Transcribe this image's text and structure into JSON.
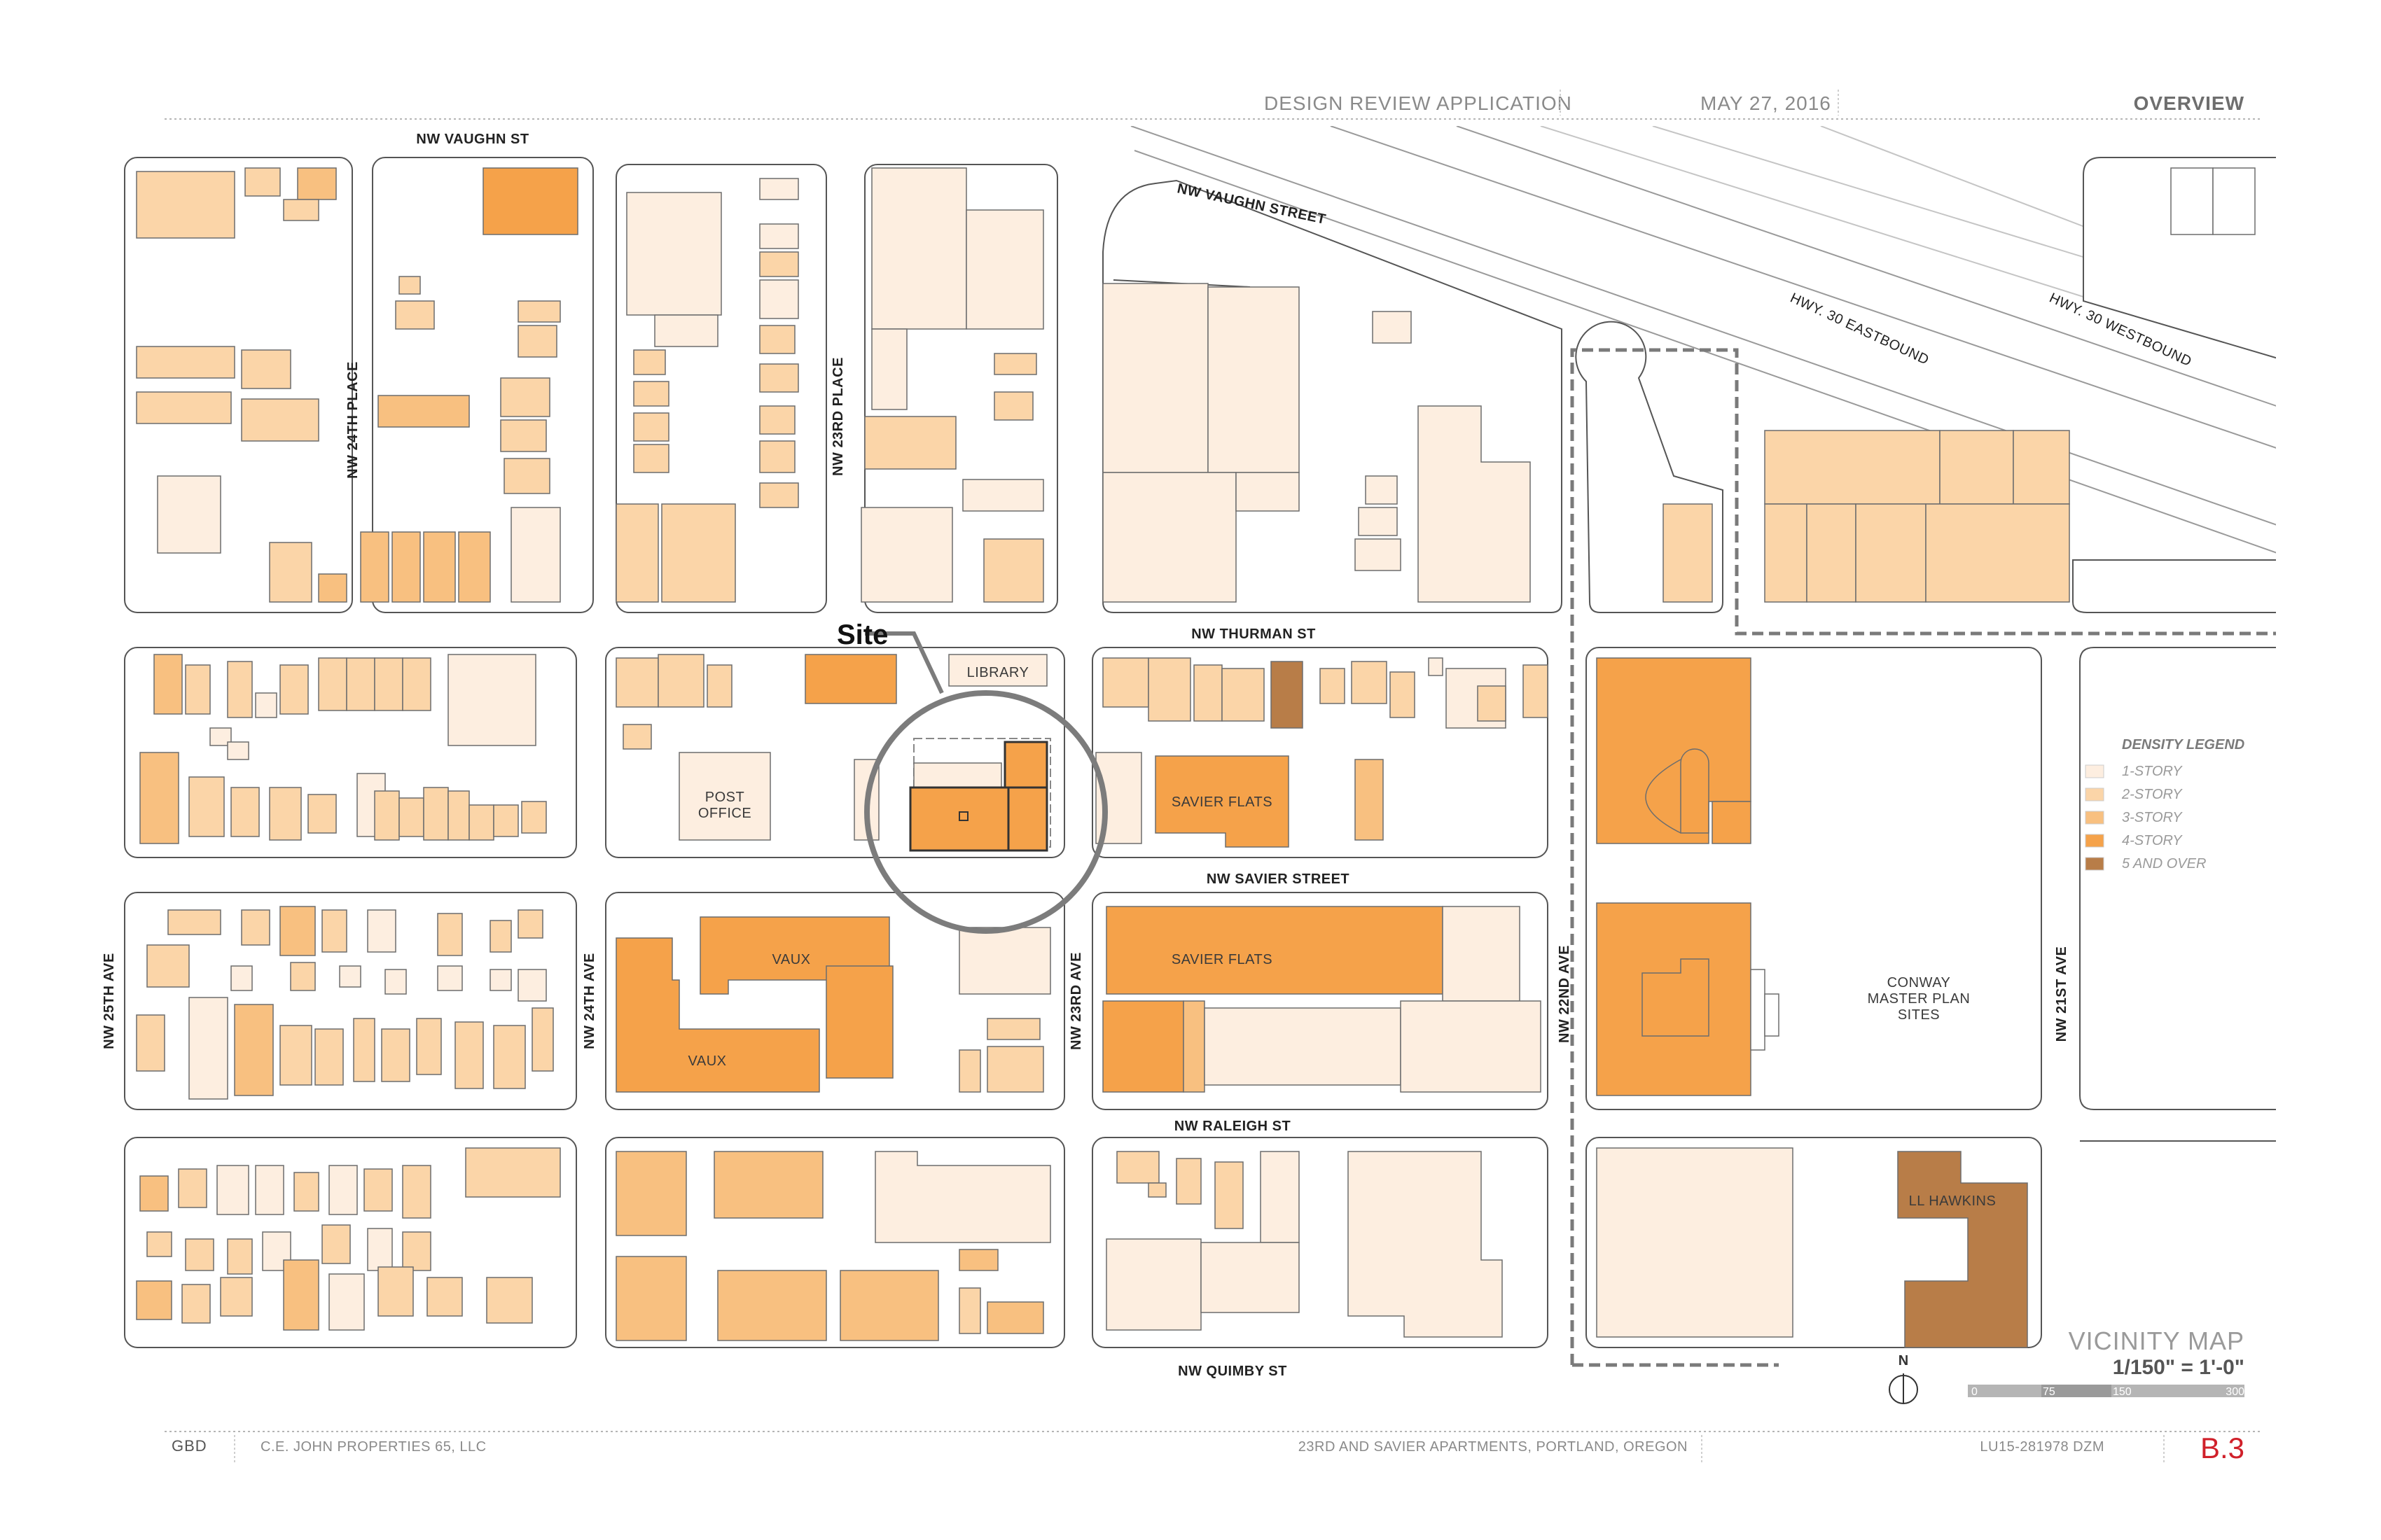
{
  "header": {
    "application": "DESIGN REVIEW APPLICATION",
    "date": "MAY 27, 2016",
    "section": "OVERVIEW"
  },
  "streets": {
    "nw_vaughn_st": "NW VAUGHN ST",
    "nw_vaughn_street": "NW VAUGHN STREET",
    "hwy30_east": "HWY. 30 EASTBOUND",
    "hwy30_west": "HWY. 30 WESTBOUND",
    "nw_24th_place": "NW 24TH PLACE",
    "nw_23rd_place": "NW 23RD PLACE",
    "nw_thurman_st": "NW THURMAN ST",
    "nw_savier_street": "NW SAVIER STREET",
    "nw_raleigh_st": "NW RALEIGH ST",
    "nw_quimby_st": "NW QUIMBY ST",
    "nw_25th_ave": "NW 25TH AVE",
    "nw_24th_ave": "NW 24TH AVE",
    "nw_23rd_ave": "NW 23RD AVE",
    "nw_22nd_ave": "NW 22ND AVE",
    "nw_21st_ave": "NW 21ST AVE"
  },
  "labels": {
    "site": "Site",
    "library": "LIBRARY",
    "post_office_1": "POST",
    "post_office_2": "OFFICE",
    "savier_flats_1": "SAVIER FLATS",
    "savier_flats_2": "SAVIER FLATS",
    "vaux_1": "VAUX",
    "vaux_2": "VAUX",
    "conway_1": "CONWAY",
    "conway_2": "MASTER PLAN",
    "conway_3": "SITES",
    "ll_hawkins": "LL HAWKINS"
  },
  "legend": {
    "title": "DENSITY LEGEND",
    "items": [
      {
        "label": "1-STORY",
        "color": "#fdeee0"
      },
      {
        "label": "2-STORY",
        "color": "#fbd5a8"
      },
      {
        "label": "3-STORY",
        "color": "#f8c080"
      },
      {
        "label": "4-STORY",
        "color": "#f5a24a"
      },
      {
        "label": "5 AND OVER",
        "color": "#b87d48"
      }
    ]
  },
  "vicinity": {
    "title": "VICINITY MAP",
    "scale": "1/150\" = 1'-0\"",
    "north": "N",
    "scale_ticks": [
      "0",
      "75",
      "150",
      "300"
    ]
  },
  "footer": {
    "firm": "GBD",
    "client": "C.E. JOHN  PROPERTIES 65, LLC",
    "project": "23RD AND SAVIER APARTMENTS, PORTLAND, OREGON",
    "case": "LU15-281978 DZM",
    "sheet": "B.3"
  },
  "colors": {
    "one_story": "#fdeee0",
    "two_story": "#fbd5a8",
    "three_story": "#f8c080",
    "four_story": "#f5a24a",
    "five_plus": "#b87d48",
    "accent_red": "#d0202a"
  }
}
